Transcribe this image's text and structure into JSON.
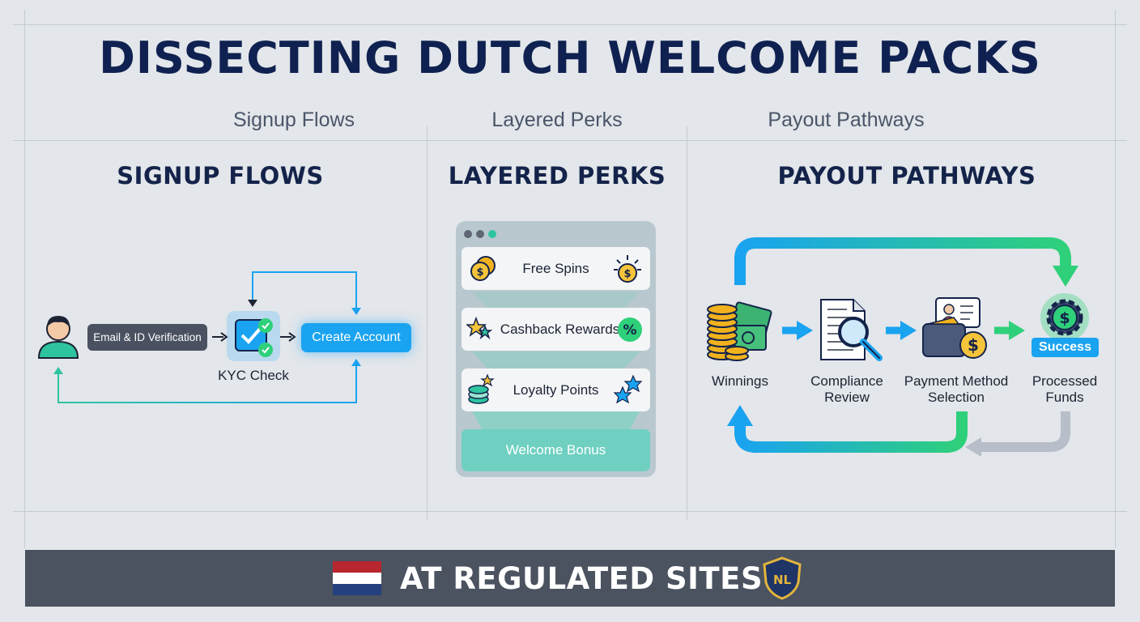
{
  "header": {
    "title": "DISSECTING DUTCH WELCOME PACKS"
  },
  "subheads": [
    "Signup Flows",
    "Layered Perks",
    "Payout Pathways"
  ],
  "columns": {
    "signup": {
      "title": "SIGNUP FLOWS",
      "steps": {
        "verify": "Email & ID Verification",
        "kyc": "KYC Check",
        "create": "Create Account"
      }
    },
    "perks": {
      "title": "LAYERED PERKS",
      "items": [
        "Free Spins",
        "Cashback Rewards",
        "Loyalty Points"
      ],
      "base": "Welcome Bonus",
      "percent_glyph": "%"
    },
    "payout": {
      "title": "PAYOUT PATHWAYS",
      "steps": {
        "winnings": "Winnings",
        "review": [
          "Compliance",
          "Review"
        ],
        "method": [
          "Payment Method",
          "Selection"
        ],
        "funds": [
          "Processed",
          "Funds"
        ]
      },
      "success_badge": "Success",
      "dollar_glyph": "$"
    }
  },
  "footer": {
    "text": "AT REGULATED SITES",
    "badge_text": "NL"
  },
  "colors": {
    "blue": "#1aa3f0",
    "teal": "#2ec4a0",
    "green": "#2fd07a",
    "navy": "#14234a",
    "footer": "#4b5260",
    "flag_red": "#b8262f",
    "flag_blue": "#24407e"
  }
}
